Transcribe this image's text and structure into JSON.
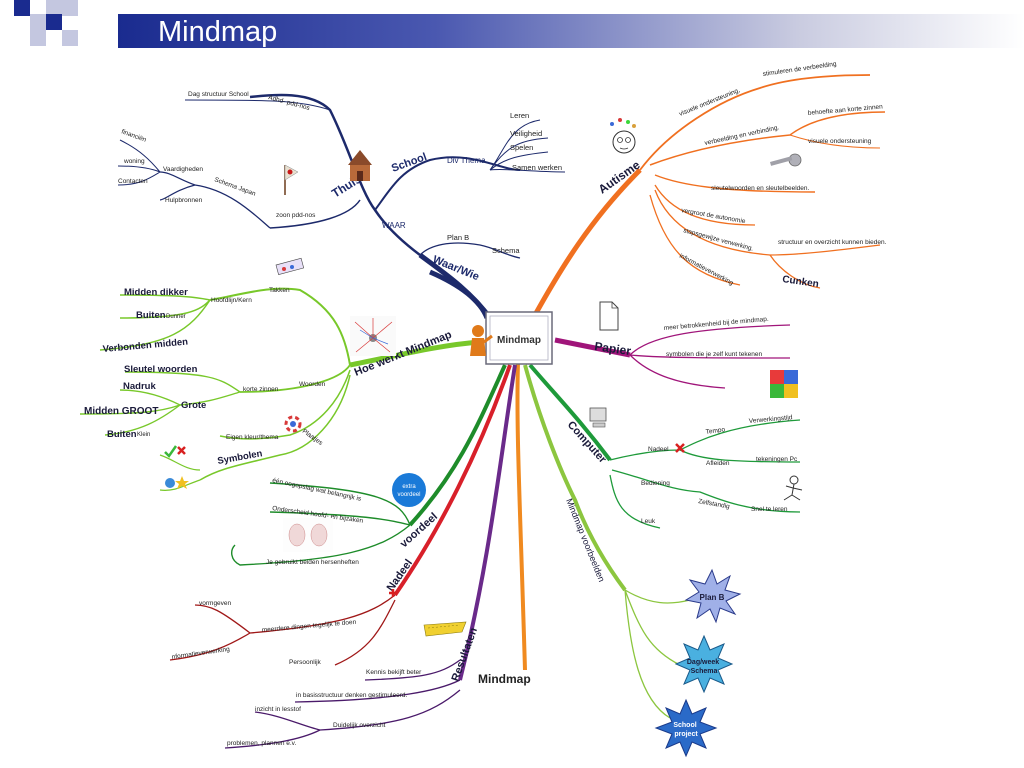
{
  "header": {
    "title": "Mindmap"
  },
  "center": {
    "label": "Mindmap"
  },
  "footer_label": "Mindmap",
  "branches": {
    "thuis": {
      "label": "Thuis",
      "items": [
        "Dag structuur School",
        "Adhd- pdd-nos",
        "financiën",
        "woning",
        "Contacten",
        "Vaardigheden",
        "Hulpbronnen",
        "Schema Japan",
        "zoon pdd-nos"
      ]
    },
    "school": {
      "label": "School",
      "sub": "Div Thema",
      "items": [
        "Leren",
        "Veiligheid",
        "Spelen",
        "Samen werken"
      ]
    },
    "waar": {
      "label": "WAAR"
    },
    "waarwie": {
      "label": "Waar/Wie",
      "items": [
        "Plan B",
        "Schema"
      ]
    },
    "autisme": {
      "label": "Autisme",
      "items": [
        "visuele ondersteuning,",
        "stimuleren de verbeelding",
        "verbeelding en verbinding.",
        "behoefte aan korte zinnen",
        "visuele ondersteuning",
        "sleutelwoorden en sleutelbeelden.",
        "vergroot de autonomie",
        "stapsgewijze verwerking.",
        "structuur en overzicht kunnen bieden.",
        "informatieverwerking",
        "Cunken"
      ]
    },
    "papier": {
      "label": "Papier",
      "items": [
        "meer betrokkenheid bij de mindmap.",
        "symbolen die je zelf kunt tekenen"
      ]
    },
    "computer": {
      "label": "Computer",
      "items": [
        "Nadeel",
        "Tempo",
        "Verwerkingstijd",
        "Afleiden",
        "tekeningen Pc",
        "Bediening",
        "Zelfstandig",
        "Snel te leren",
        "Leuk"
      ]
    },
    "voorbeelden": {
      "label": "Mindmap voorbeelden",
      "stars": [
        "Plan B",
        "Dag/week Schema",
        "School project"
      ]
    },
    "hoewerkt": {
      "label": "Hoe werkt Mindmap",
      "items": [
        "Takken",
        "Hoofdlijn/Kern",
        "Midden dikker",
        "Buiten",
        "Dunner",
        "Verbonden midden",
        "Woorden",
        "korte zinnen",
        "Sleutel woorden",
        "Nadruk",
        "Grote",
        "Midden GROOT",
        "Buiten",
        "Klein",
        "Plaatjes",
        "Eigen kleur/thema",
        "Symbolen"
      ]
    },
    "voordeel": {
      "label": "voordeel",
      "badge": "extra voordeel",
      "items": [
        "één oogopslag wat belangrijk is",
        "Onderscheid hoofd- en bijzaken",
        "Je gebruikt beiden hersenheften"
      ]
    },
    "nadeel": {
      "label": "Nadeel",
      "items": [
        "vormgeven",
        "meerdere dingen tegelijk te doen",
        "nformatieverwerking",
        "Persoonlijk"
      ]
    },
    "resultaten": {
      "label": "Resultaten",
      "items": [
        "Kennis bekijft beter",
        "in basisstructuur denken gestimuleerd.",
        "inzicht in lesstof",
        "Duidelijk overzicht",
        "problemen, plannen e.v."
      ]
    }
  },
  "colors": {
    "thuis": "#1d2a6b",
    "autisme": "#f07020",
    "papier": "#a0157a",
    "computer": "#1e9a3a",
    "voorbeelden": "#8cc63f",
    "hoewerkt": "#78c82a",
    "voordeel": "#1e8c2a",
    "nadeel": "#d8202a",
    "resultaten": "#6a2a8a",
    "orange": "#f08a20"
  }
}
